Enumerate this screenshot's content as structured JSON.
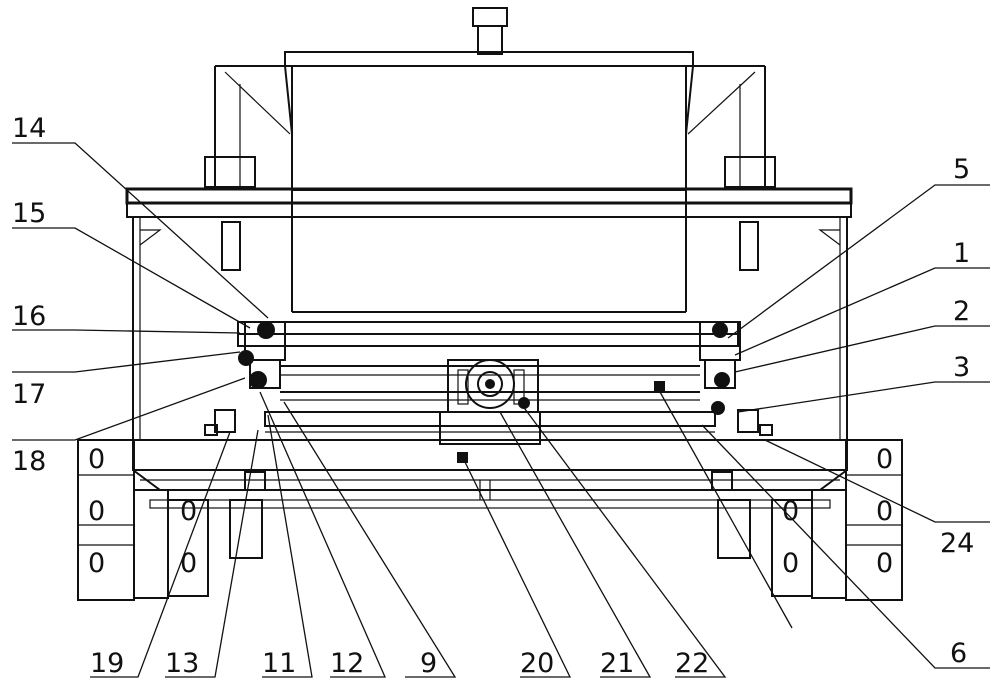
{
  "colors": {
    "ink": "#111111",
    "background": "#ffffff"
  },
  "callouts": [
    {
      "id": "c14",
      "label": "14"
    },
    {
      "id": "c15",
      "label": "15"
    },
    {
      "id": "c16",
      "label": "16"
    },
    {
      "id": "c17",
      "label": "17"
    },
    {
      "id": "c18",
      "label": "18"
    },
    {
      "id": "c5",
      "label": "5"
    },
    {
      "id": "c1",
      "label": "1"
    },
    {
      "id": "c2",
      "label": "2"
    },
    {
      "id": "c3",
      "label": "3"
    },
    {
      "id": "c24",
      "label": "24"
    },
    {
      "id": "c6",
      "label": "6"
    },
    {
      "id": "c19",
      "label": "19"
    },
    {
      "id": "c13",
      "label": "13"
    },
    {
      "id": "c11",
      "label": "11"
    },
    {
      "id": "c12",
      "label": "12"
    },
    {
      "id": "c9",
      "label": "9"
    },
    {
      "id": "c20",
      "label": "20"
    },
    {
      "id": "c21",
      "label": "21"
    },
    {
      "id": "c22",
      "label": "22"
    }
  ],
  "side_holes_label": "0"
}
